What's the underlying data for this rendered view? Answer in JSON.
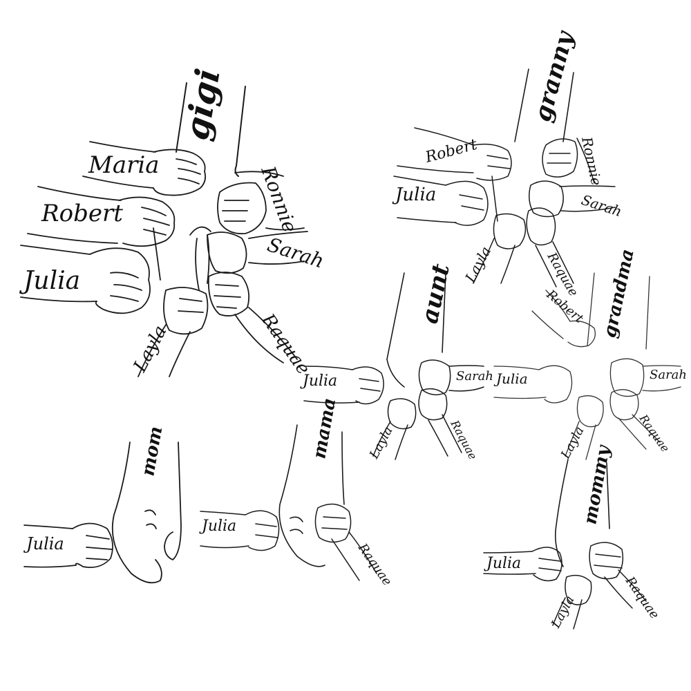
{
  "designs": [
    {
      "id": "gigi",
      "title": "gigi",
      "names": [
        "Maria",
        "Robert",
        "Julia",
        "Ronnie",
        "Sarah",
        "Raquae",
        "Layla"
      ]
    },
    {
      "id": "granny",
      "title": "granny",
      "names": [
        "Robert",
        "Julia",
        "Ronnie",
        "Sarah",
        "Layla",
        "Raquae"
      ]
    },
    {
      "id": "aunt",
      "title": "aunt",
      "names": [
        "Julia",
        "Sarah",
        "Layla",
        "Raquae"
      ]
    },
    {
      "id": "grandma",
      "title": "grandma",
      "names": [
        "Robert",
        "Julia",
        "Sarah",
        "Layla",
        "Raquae"
      ]
    },
    {
      "id": "mom",
      "title": "mom",
      "names": [
        "Julia"
      ]
    },
    {
      "id": "mama",
      "title": "mama",
      "names": [
        "Julia",
        "Raquae"
      ]
    },
    {
      "id": "mommy",
      "title": "mommy",
      "names": [
        "Julia",
        "Raquae",
        "Layla"
      ]
    }
  ],
  "colors": {
    "ink": "#1a1a1a",
    "background": "#ffffff"
  }
}
